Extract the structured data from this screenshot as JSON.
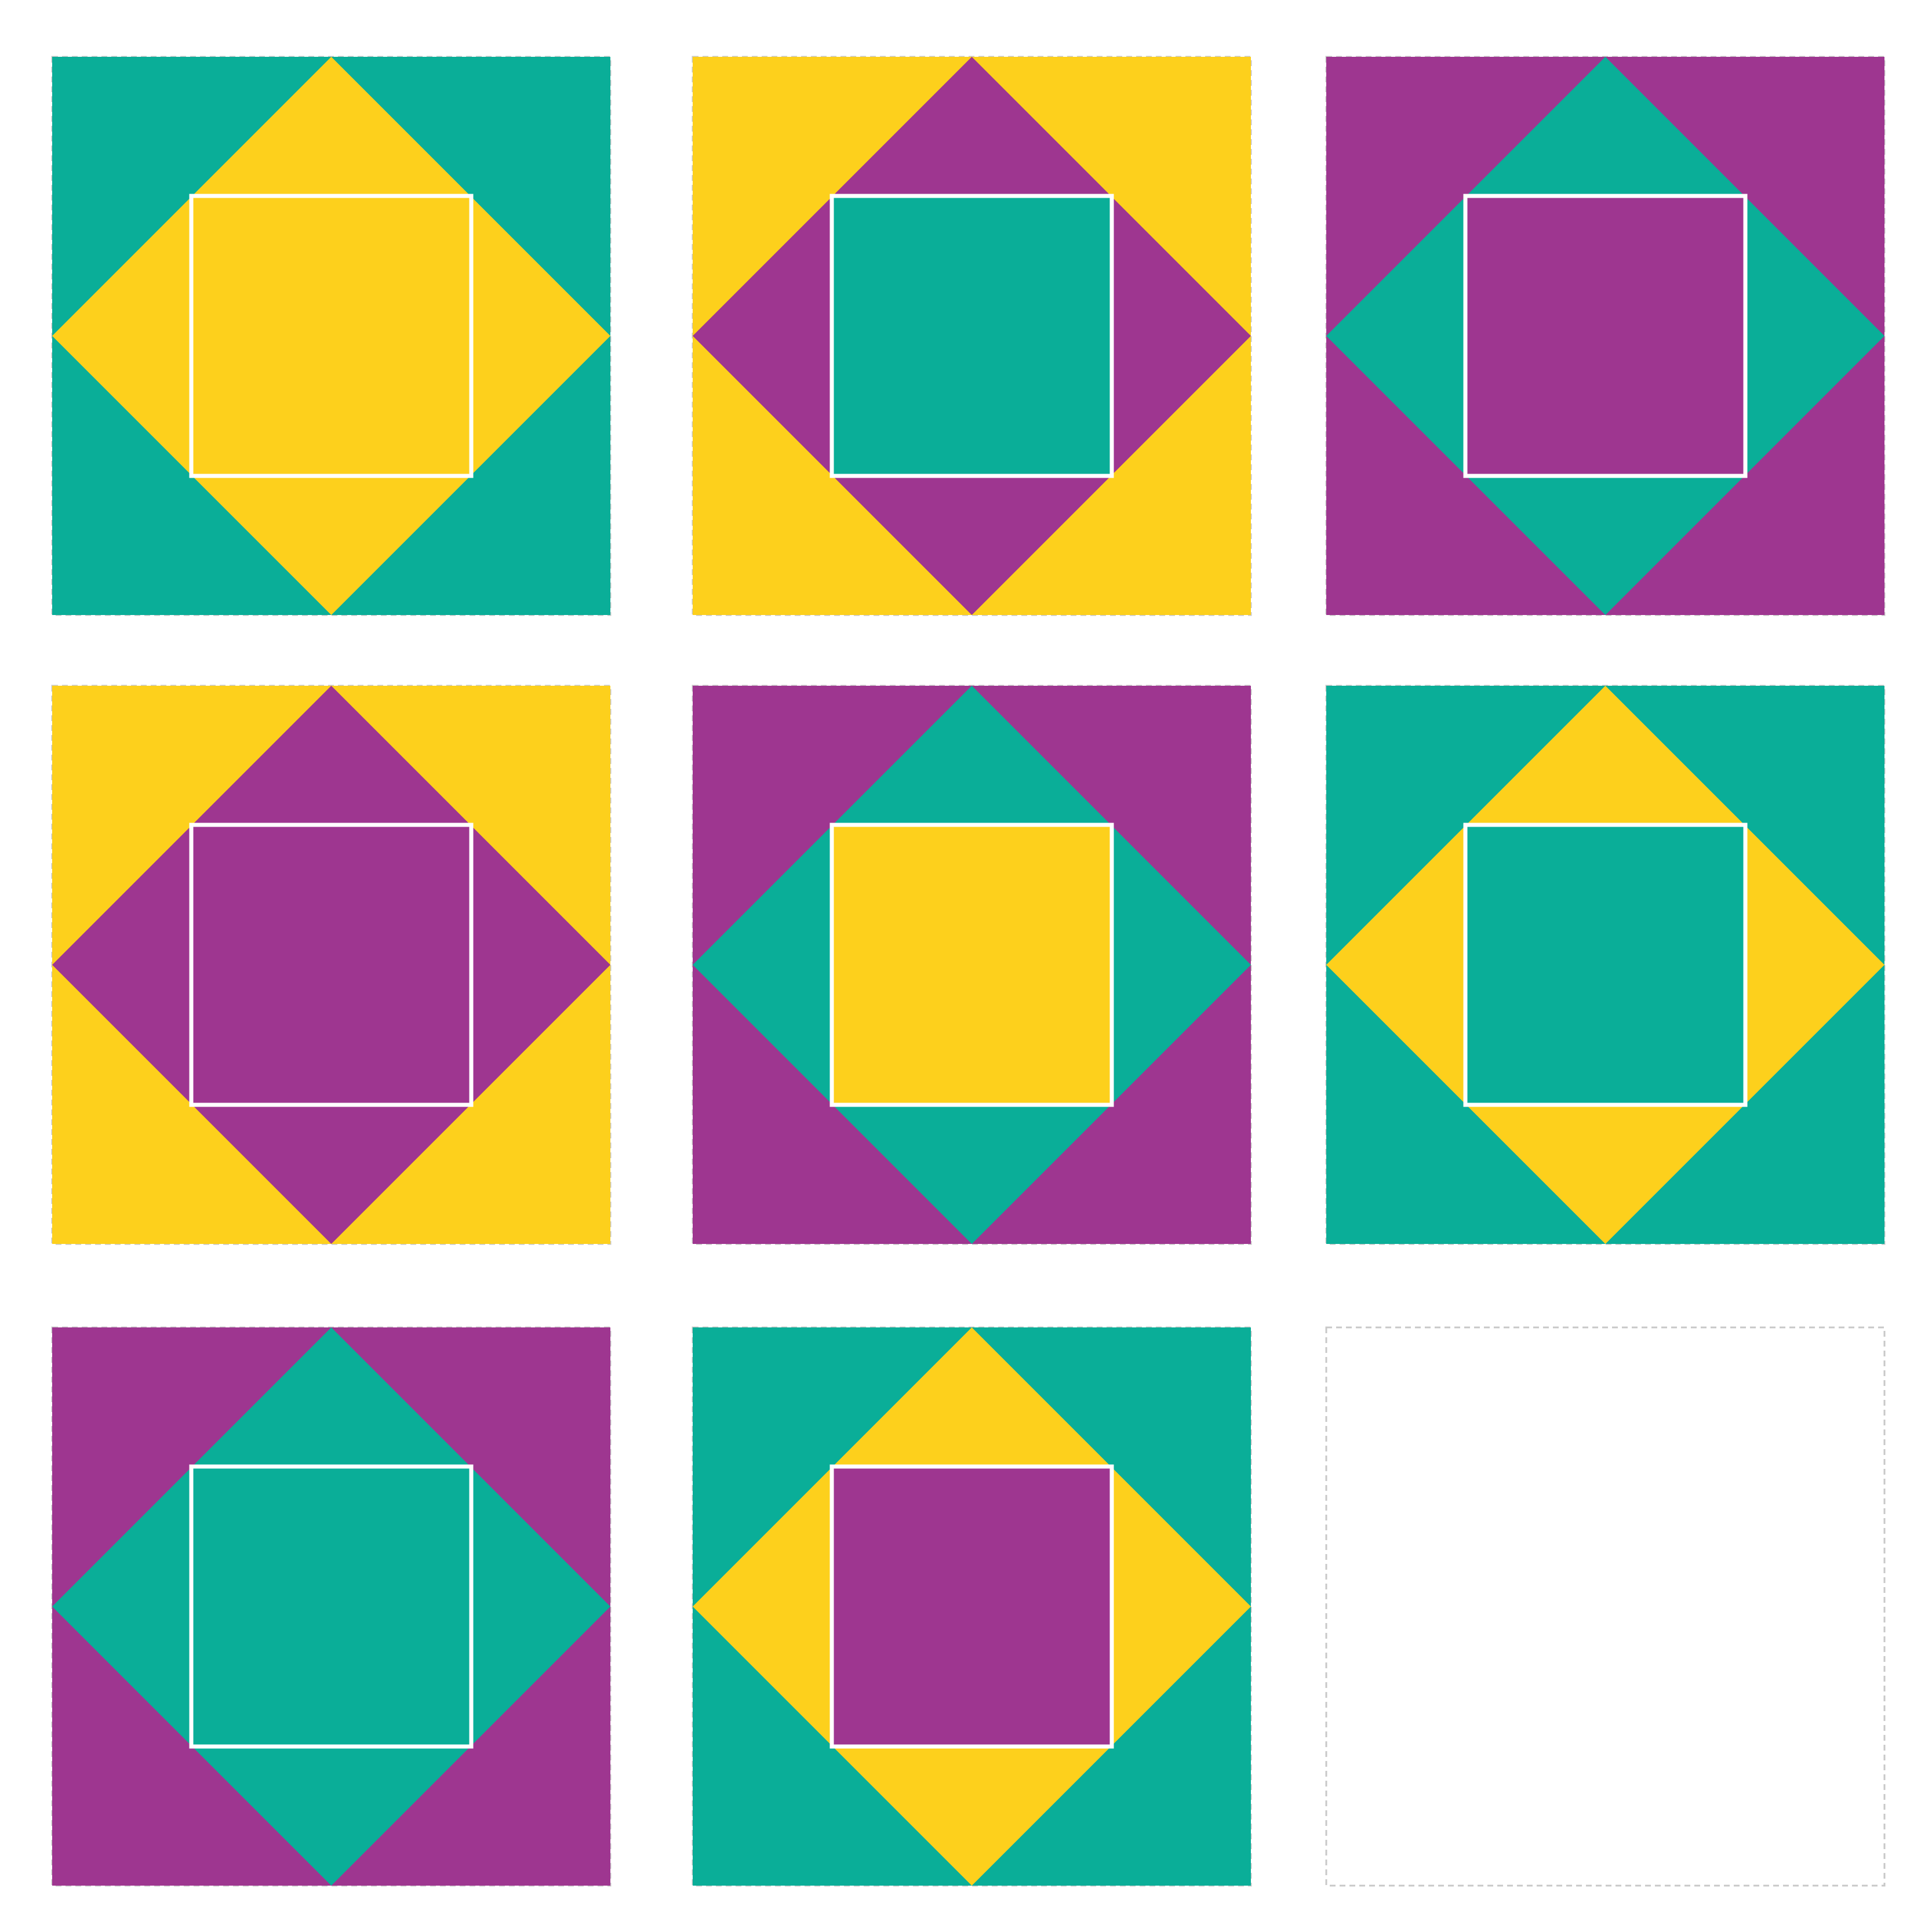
{
  "palette": {
    "teal": "#0aae98",
    "yellow": "#fdd01c",
    "purple": "#9e3690",
    "frame": "#ffffff",
    "outline": "#c8c8c8"
  },
  "puzzle": {
    "rows": 3,
    "columns": 3,
    "cells": [
      {
        "background": "teal",
        "diamond": "yellow",
        "inner": "yellow"
      },
      {
        "background": "yellow",
        "diamond": "purple",
        "inner": "teal"
      },
      {
        "background": "purple",
        "diamond": "teal",
        "inner": "purple"
      },
      {
        "background": "yellow",
        "diamond": "purple",
        "inner": "purple"
      },
      {
        "background": "purple",
        "diamond": "teal",
        "inner": "yellow"
      },
      {
        "background": "teal",
        "diamond": "yellow",
        "inner": "teal"
      },
      {
        "background": "purple",
        "diamond": "teal",
        "inner": "teal"
      },
      {
        "background": "teal",
        "diamond": "yellow",
        "inner": "purple"
      },
      {
        "empty": true
      }
    ]
  }
}
